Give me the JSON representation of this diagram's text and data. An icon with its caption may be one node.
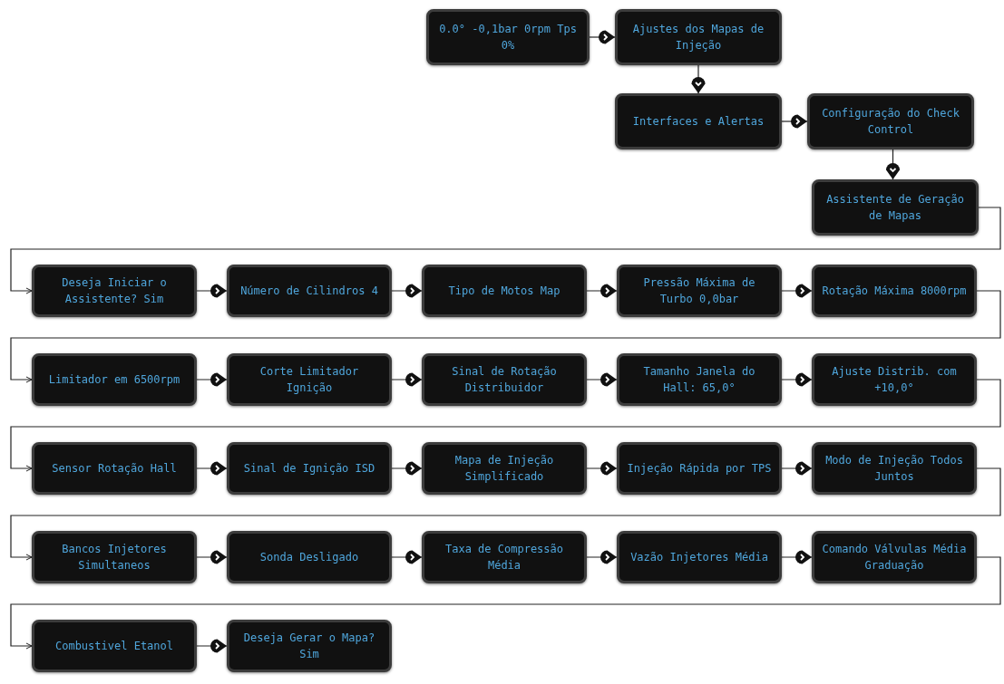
{
  "diagram": {
    "nodes": [
      {
        "text": [
          "0.0° -0,1bar 0rpm Tps 0%"
        ]
      },
      {
        "text": [
          "Ajustes dos Mapas de Injeção"
        ]
      },
      {
        "text": [
          "Interfaces e Alertas"
        ]
      },
      {
        "text": [
          "Configuração do Check Control"
        ]
      },
      {
        "text": [
          "Assistente de Geração de Mapas"
        ]
      },
      {
        "text": [
          "Deseja Iniciar o Assistente? Sim"
        ]
      },
      {
        "text": [
          "Número de Cilindros 4"
        ]
      },
      {
        "text": [
          "Tipo de Motos Map"
        ]
      },
      {
        "text": [
          "Pressão Máxima de Turbo 0,0bar"
        ]
      },
      {
        "text": [
          "Rotação Máxima 8000rpm"
        ]
      },
      {
        "text": [
          "Limitador em 6500rpm"
        ]
      },
      {
        "text": [
          "Corte Limitador Ignição"
        ]
      },
      {
        "text": [
          "Sinal de Rotação Distribuidor"
        ]
      },
      {
        "text": [
          "Tamanho Janela do Hall: 65,0°"
        ]
      },
      {
        "text": [
          "Ajuste Distrib. com +10,0°"
        ]
      },
      {
        "text": [
          "Sensor Rotação Hall"
        ]
      },
      {
        "text": [
          "Sinal de Ignição ISD"
        ]
      },
      {
        "text": [
          "Mapa de Injeção Simplificado"
        ]
      },
      {
        "text": [
          "Injeção Rápida por TPS"
        ]
      },
      {
        "text": [
          "Modo de Injeção Todos Juntos"
        ]
      },
      {
        "text": [
          "Bancos Injetores Simultaneos"
        ]
      },
      {
        "text": [
          "Sonda Desligado"
        ]
      },
      {
        "text": [
          "Taxa de Compressão Média"
        ]
      },
      {
        "text": [
          "Vazão Injetores Média"
        ]
      },
      {
        "text": [
          "Comando Válvulas Média Graduação"
        ]
      },
      {
        "text": [
          "Combustivel Etanol"
        ]
      },
      {
        "text": [
          "Deseja Gerar o Mapa? Sim"
        ]
      }
    ],
    "edges": [
      {
        "from": 0,
        "to": 1,
        "arrow": "to"
      },
      {
        "from": 1,
        "to": 2,
        "arrow": "to"
      },
      {
        "from": 2,
        "to": 3,
        "arrow": "to"
      },
      {
        "from": 3,
        "to": 4,
        "arrow": "to"
      },
      {
        "from": 4,
        "to": 5,
        "arrow": "to"
      },
      {
        "from": 5,
        "to": 6,
        "arrow": "to"
      },
      {
        "from": 6,
        "to": 7,
        "arrow": "to"
      },
      {
        "from": 7,
        "to": 8,
        "arrow": "to"
      },
      {
        "from": 8,
        "to": 9,
        "arrow": "to"
      },
      {
        "from": 9,
        "to": 10,
        "arrow": "to"
      },
      {
        "from": 10,
        "to": 11,
        "arrow": "to"
      },
      {
        "from": 11,
        "to": 12,
        "arrow": "to"
      },
      {
        "from": 12,
        "to": 13,
        "arrow": "to"
      },
      {
        "from": 13,
        "to": 14,
        "arrow": "to"
      },
      {
        "from": 14,
        "to": 15,
        "arrow": "to"
      },
      {
        "from": 15,
        "to": 16,
        "arrow": "to"
      },
      {
        "from": 16,
        "to": 17,
        "arrow": "to"
      },
      {
        "from": 17,
        "to": 18,
        "arrow": "to"
      },
      {
        "from": 18,
        "to": 19,
        "arrow": "to"
      },
      {
        "from": 19,
        "to": 20,
        "arrow": "to"
      },
      {
        "from": 20,
        "to": 21,
        "arrow": "to"
      },
      {
        "from": 21,
        "to": 22,
        "arrow": "to"
      },
      {
        "from": 22,
        "to": 23,
        "arrow": "to"
      },
      {
        "from": 23,
        "to": 24,
        "arrow": "to"
      },
      {
        "from": 24,
        "to": 25,
        "arrow": "to"
      },
      {
        "from": 25,
        "to": 26,
        "arrow": "to"
      }
    ]
  }
}
